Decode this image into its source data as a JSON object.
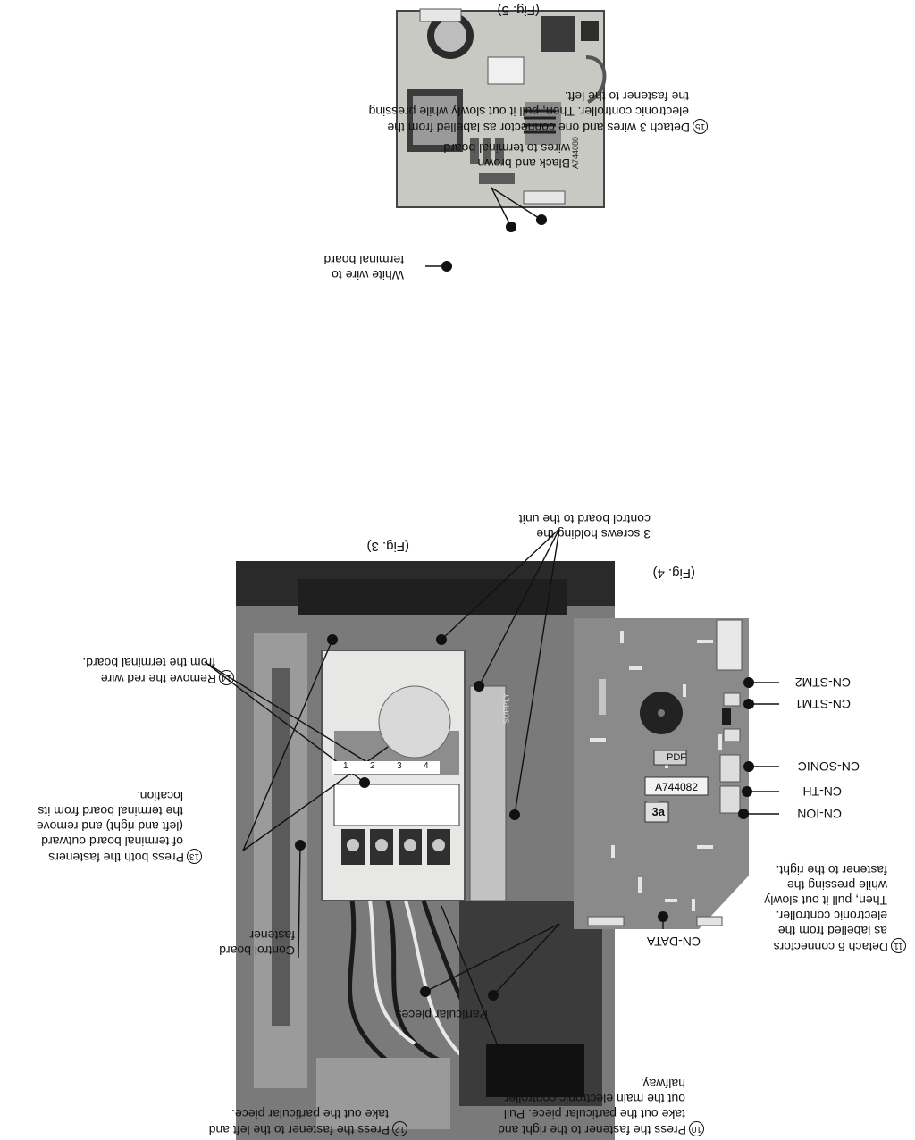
{
  "fig3": {
    "caption": "(Fig. 3)",
    "step10": {
      "num": "10",
      "lines": [
        "Press the fastener to the right and",
        "take out the particular piece. Pull",
        "out the main electronic controller",
        "halfway."
      ]
    },
    "step12": {
      "num": "12",
      "lines": [
        "Press the fastener to the left and",
        "take out the particular piece."
      ]
    },
    "particular_pieces": "Particular pieces",
    "control_board_fastener": [
      "Control board",
      "fastener"
    ],
    "step13": {
      "num": "13",
      "lines": [
        "Press both the fasteners",
        "of terminal board outward",
        "(left and right) and remove",
        "the terminal board from its",
        "location."
      ]
    },
    "step14": {
      "num": "14",
      "lines": [
        "Remove the red wire",
        "from the terminal board."
      ]
    },
    "three_screws": [
      "3 screws holding the",
      "control board to the unit"
    ],
    "terminal_numbers": [
      "1",
      "2",
      "3",
      "4"
    ],
    "terminal_label": "SUPPLY"
  },
  "fig4": {
    "caption": "(Fig. 4)",
    "step11": {
      "num": "11",
      "lines": [
        "Detach 6 connectors",
        "as labelled from the",
        "electronic controller.",
        "Then, pull it out slowly",
        "while pressing the",
        "fastener to the right."
      ]
    },
    "connectors": [
      "CN-DATA",
      "CN-ION",
      "CN-TH",
      "CN-SONIC",
      "CN-STM1",
      "CN-STM2"
    ],
    "board_marks": [
      "PDF",
      "3a",
      "A744082"
    ]
  },
  "fig5": {
    "caption": "(Fig. 5)",
    "step15": {
      "num": "15",
      "lines": [
        "Detach 3 wires and one connector as labelled from the",
        "electronic controller. Then, pull it out slowly while pressing",
        "the fastener to the left."
      ]
    },
    "black_brown": [
      "Black and brown",
      "wires to terminal board"
    ],
    "white_wire": [
      "White wire to",
      "terminal board"
    ],
    "board_mark": "A744080"
  }
}
